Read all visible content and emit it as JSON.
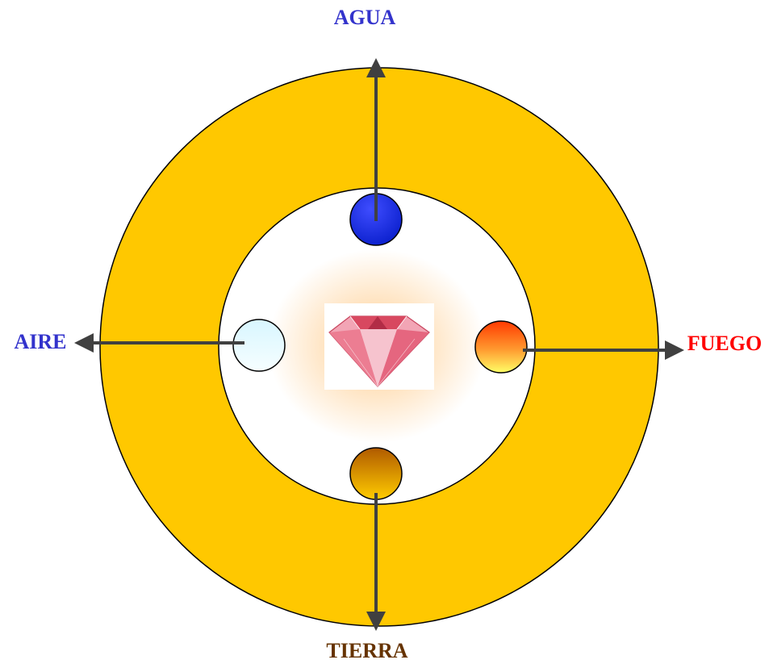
{
  "labels": {
    "top": "AGUA",
    "left": "AIRE",
    "right": "FUEGO",
    "bottom": "TIERRA"
  },
  "colors": {
    "outer_ring": "#FFC800",
    "agua_label": "#3333CC",
    "aire_label": "#3333CC",
    "fuego_label": "#FF0000",
    "tierra_label": "#663300",
    "arrow": "#404040",
    "agua_node": "#0022CC",
    "aire_node": "#E8FBFF",
    "fuego_node": "#FF6A00",
    "tierra_node": "#C07000",
    "diamond": "#E8607A"
  },
  "icons": {
    "center": "pink-diamond-icon"
  }
}
